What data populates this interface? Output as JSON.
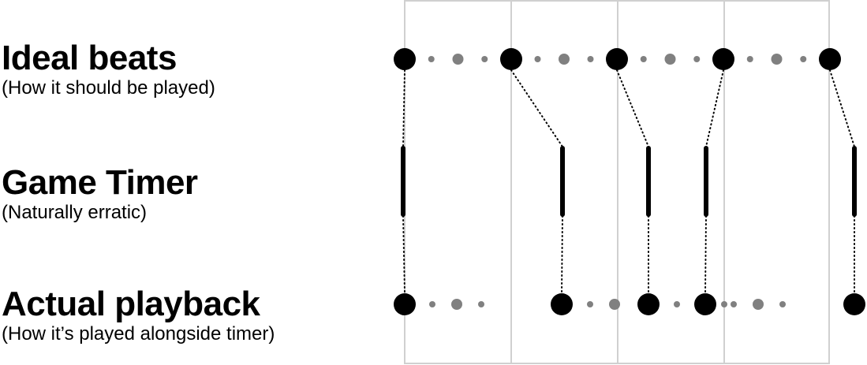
{
  "rows": {
    "ideal": {
      "title": "Ideal beats",
      "subtitle": "(How it should be played)"
    },
    "timer": {
      "title": "Game Timer",
      "subtitle": "(Naturally erratic)"
    },
    "actual": {
      "title": "Actual playback",
      "subtitle": "(How it’s played alongside timer)"
    }
  },
  "colors": {
    "beat": "#000000",
    "sub_beat": "#808080",
    "grid": "#d0d0d0",
    "connector": "#000000"
  },
  "diagram": {
    "measures": 4,
    "beats_per_measure": 4,
    "ideal_main_beats": 5,
    "timer_ticks": 5,
    "actual_main_beats": 5
  }
}
